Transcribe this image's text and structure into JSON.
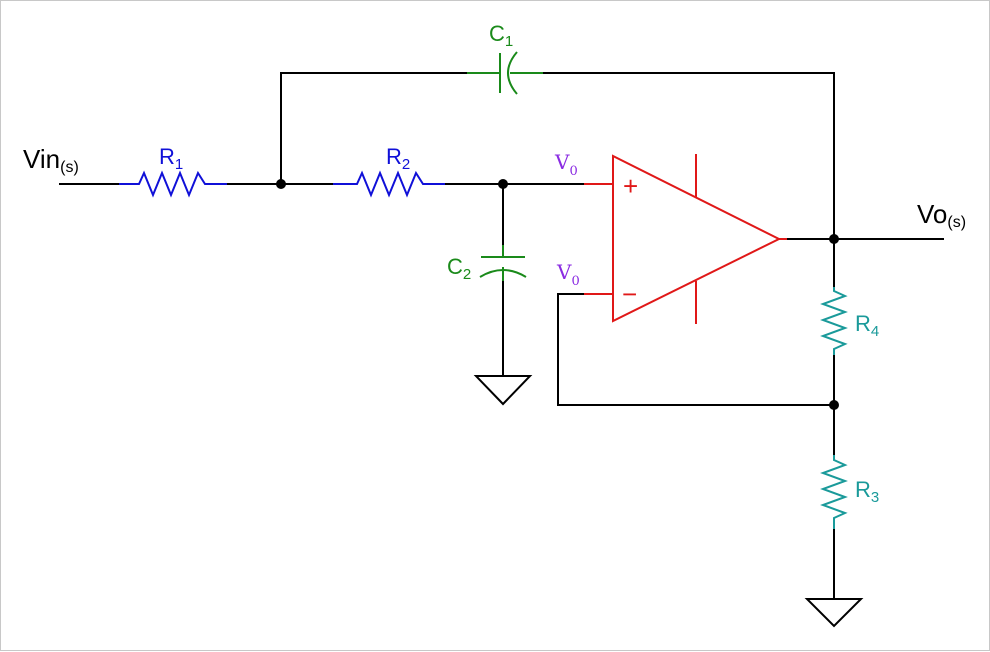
{
  "colors": {
    "wire": "#000000",
    "resistor_input": "#1010d8",
    "resistor_feedback": "#1a9a9a",
    "capacitor": "#1a8a1a",
    "opamp": "#e01818",
    "node_label": "#8a2be2"
  },
  "labels": {
    "vin_main": "Vin",
    "vin_sub": "(s)",
    "vo_main": "Vo",
    "vo_sub": "(s)",
    "r1_main": "R",
    "r1_sub": "1",
    "r2_main": "R",
    "r2_sub": "2",
    "r3_main": "R",
    "r3_sub": "3",
    "r4_main": "R",
    "r4_sub": "4",
    "c1_main": "C",
    "c1_sub": "1",
    "c2_main": "C",
    "c2_sub": "2",
    "v0_plus_main": "V",
    "v0_plus_sub": "0",
    "v0_minus_main": "V",
    "v0_minus_sub": "0",
    "plus_sign": "+",
    "minus_sign": "−"
  }
}
